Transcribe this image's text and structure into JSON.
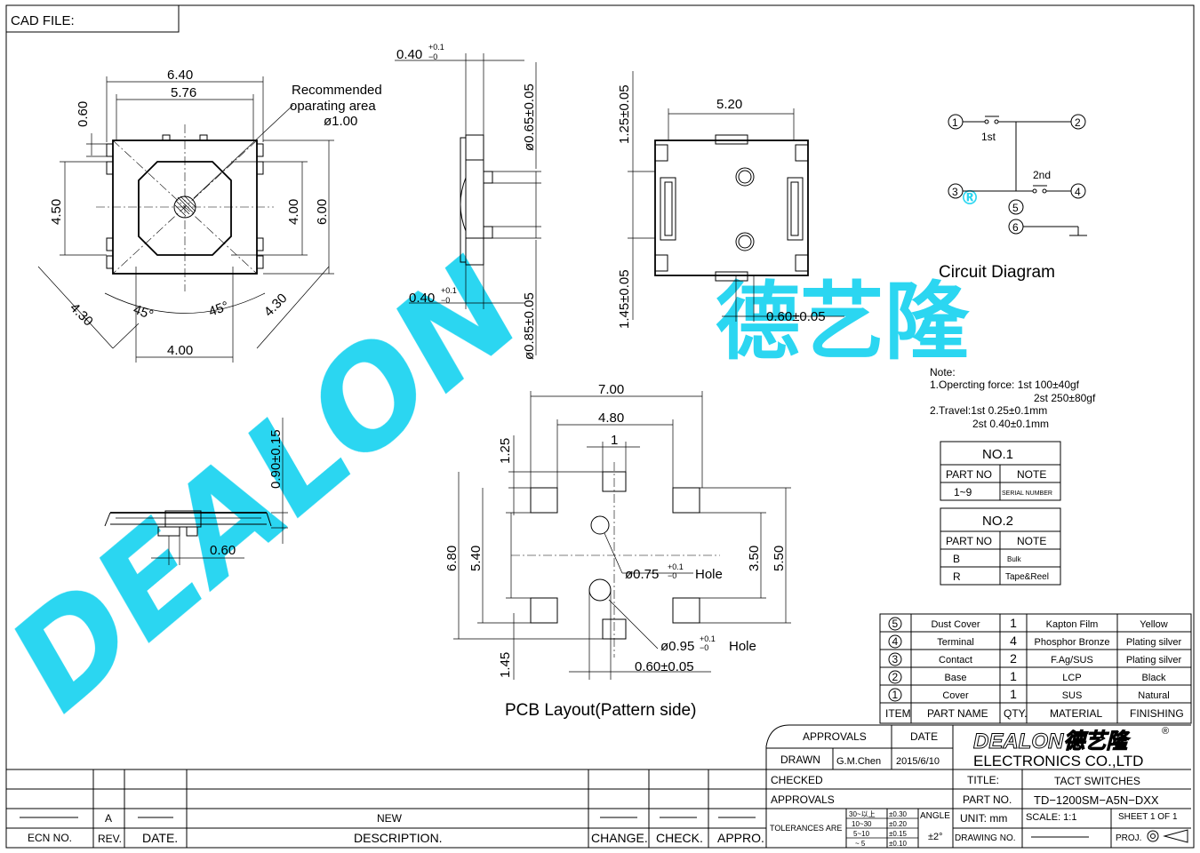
{
  "header": {
    "cad_file": "CAD FILE:"
  },
  "top_view": {
    "d_640": "6.40",
    "d_576": "5.76",
    "d_060": "0.60",
    "d_450": "4.50",
    "d_400v": "4.00",
    "d_600": "6.00",
    "d_430a": "4.30",
    "d_430b": "4.30",
    "ang_a": "45°",
    "ang_b": "45°",
    "d_400h": "4.00",
    "rec_1": "Recommended",
    "rec_2": "oparating area",
    "rec_3": "ø1.00"
  },
  "side_view": {
    "d_040a": "0.40",
    "d_040a_tol": "+0.1",
    "d_040a_tol2": "−0",
    "d_040b": "0.40",
    "d_040b_tol": "+0.1",
    "d_040b_tol2": "−0",
    "d_065": "ø0.65±0.05",
    "d_085": "ø0.85±0.05"
  },
  "bottom_view": {
    "d_520": "5.20",
    "d_125": "1.25±0.05",
    "d_145": "1.45±0.05",
    "d_060": "0.60±0.05"
  },
  "front_view": {
    "d_090": "0.90±0.15",
    "d_060": "0.60"
  },
  "pcb": {
    "d_700": "7.00",
    "d_480": "4.80",
    "d_1": "1",
    "d_125": "1.25",
    "d_680": "6.80",
    "d_540": "5.40",
    "d_350": "3.50",
    "d_550": "5.50",
    "d_145": "1.45",
    "d_060": "0.60±0.05",
    "hole_a": "ø0.75",
    "hole_a_tol": "+0.1",
    "hole_a_tol2": "−0",
    "hole_a_txt": "Hole",
    "hole_b": "ø0.95",
    "hole_b_tol": "+0.1",
    "hole_b_tol2": "−0",
    "hole_b_txt": "Hole",
    "caption": "PCB Layout(Pattern side)"
  },
  "circuit": {
    "n1": "1",
    "n2": "2",
    "n3": "3",
    "n4": "4",
    "n5": "5",
    "n6": "6",
    "sw1": "1st",
    "sw2": "2nd",
    "caption": "Circuit Diagram",
    "reg": "®"
  },
  "notes": {
    "title": "Note:",
    "l1": "1.Opercting  force:  1st  100±40gf",
    "l2": "2st  250±80gf",
    "l3": "2.Travel:1st  0.25±0.1mm",
    "l4": "2st  0.40±0.1mm"
  },
  "table_no1": {
    "title": "NO.1",
    "h1": "PART  NO",
    "h2": "NOTE",
    "r1c1": "1~9",
    "r1c2": "SERIAL  NUMBER"
  },
  "table_no2": {
    "title": "NO.2",
    "h1": "PART  NO",
    "h2": "NOTE",
    "r1c1": "B",
    "r1c2": "Bulk",
    "r2c1": "R",
    "r2c2": "Tape&Reel"
  },
  "bom": {
    "rows": [
      {
        "num": "5",
        "name": "Dust Cover",
        "qty": "1",
        "mat": "Kapton Film",
        "fin": "Yellow"
      },
      {
        "num": "4",
        "name": "Terminal",
        "qty": "4",
        "mat": "Phosphor Bronze",
        "fin": "Plating silver"
      },
      {
        "num": "3",
        "name": "Contact",
        "qty": "2",
        "mat": "F.Ag/SUS",
        "fin": "Plating silver"
      },
      {
        "num": "2",
        "name": "Base",
        "qty": "1",
        "mat": "LCP",
        "fin": "Black"
      },
      {
        "num": "1",
        "name": "Cover",
        "qty": "1",
        "mat": "SUS",
        "fin": "Natural"
      }
    ],
    "h_item": "ITEM",
    "h_name": "PART  NAME",
    "h_qty": "QTY.",
    "h_mat": "MATERIAL",
    "h_fin": "FINISHING"
  },
  "title_block": {
    "approvals": "APPROVALS",
    "date": "DATE",
    "drawn": "DRAWN",
    "drawn_by": "G.M.Chen",
    "drawn_date": "2015/6/10",
    "checked": "CHECKED",
    "approvals2": "APPROVALS",
    "tolerances": "TOLERANCES  ARE",
    "tol1a": "30~以上",
    "tol1b": "±0.30",
    "tol2a": "10~30",
    "tol2b": "±0.20",
    "tol3a": "5~10",
    "tol3b": "±0.15",
    "tol4a": "~ 5",
    "tol4b": "±0.10",
    "angle": "ANGLE",
    "angle_v": "±2°",
    "logo": "DEALON德艺隆",
    "logo_reg": "®",
    "company": "ELECTRONICS  CO.,LTD",
    "title_lbl": "TITLE:",
    "title": "TACT  SWITCHES",
    "partno_lbl": "PART  NO.",
    "partno": "TD−1200SM−A5N−DXX",
    "unit": "UNIT:  mm",
    "scale": "SCALE:    1:1",
    "sheet": "SHEET    1  OF  1",
    "drawing_no": "DRAWING  NO.",
    "proj": "PROJ."
  },
  "revision": {
    "rev_a": "A",
    "new": "NEW",
    "ecn": "ECN  NO.",
    "rev": "REV.",
    "date": "DATE.",
    "desc": "DESCRIPTION.",
    "change": "CHANGE.",
    "check": "CHECK.",
    "appro": "APPRO."
  },
  "watermark": {
    "text": "DEALON",
    "cn": "德艺隆",
    "reg": "®"
  }
}
